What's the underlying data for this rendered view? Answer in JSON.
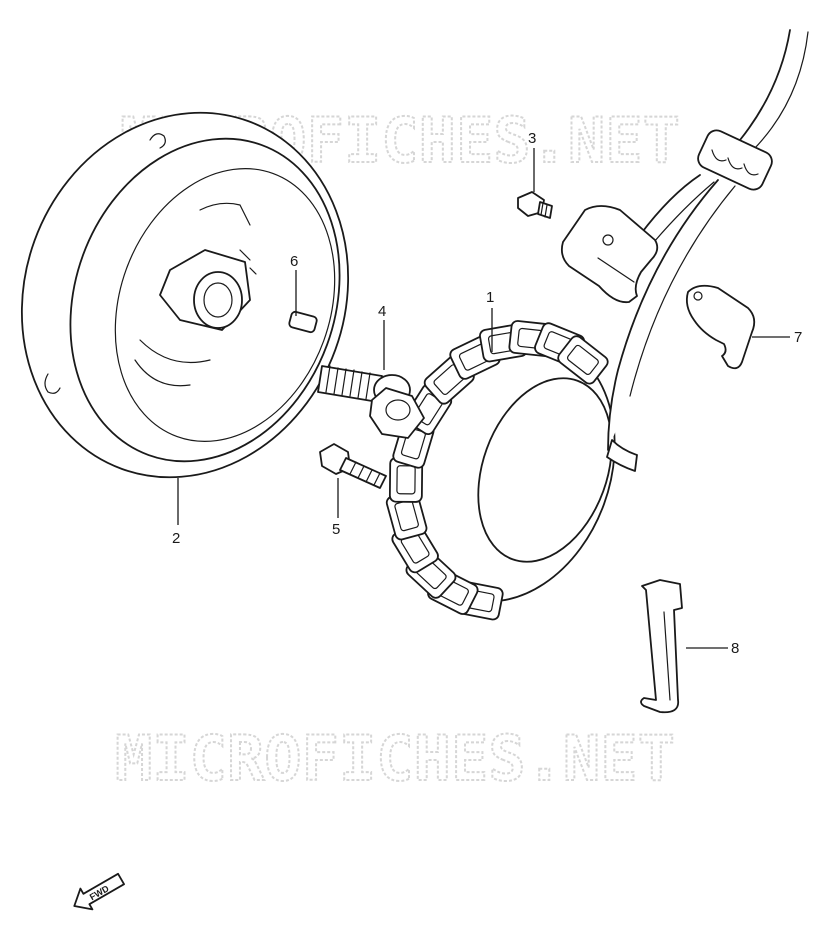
{
  "watermark": {
    "text": "MICROFICHES.NET"
  },
  "callouts": {
    "1": "1",
    "2": "2",
    "3": "3",
    "4": "4",
    "5": "5",
    "6": "6",
    "7": "7",
    "8": "8"
  },
  "direction_badge": {
    "text": "FWD"
  },
  "colors": {
    "line": "#1a1a1a",
    "watermark": "#d6d6d6",
    "background": "#ffffff"
  }
}
